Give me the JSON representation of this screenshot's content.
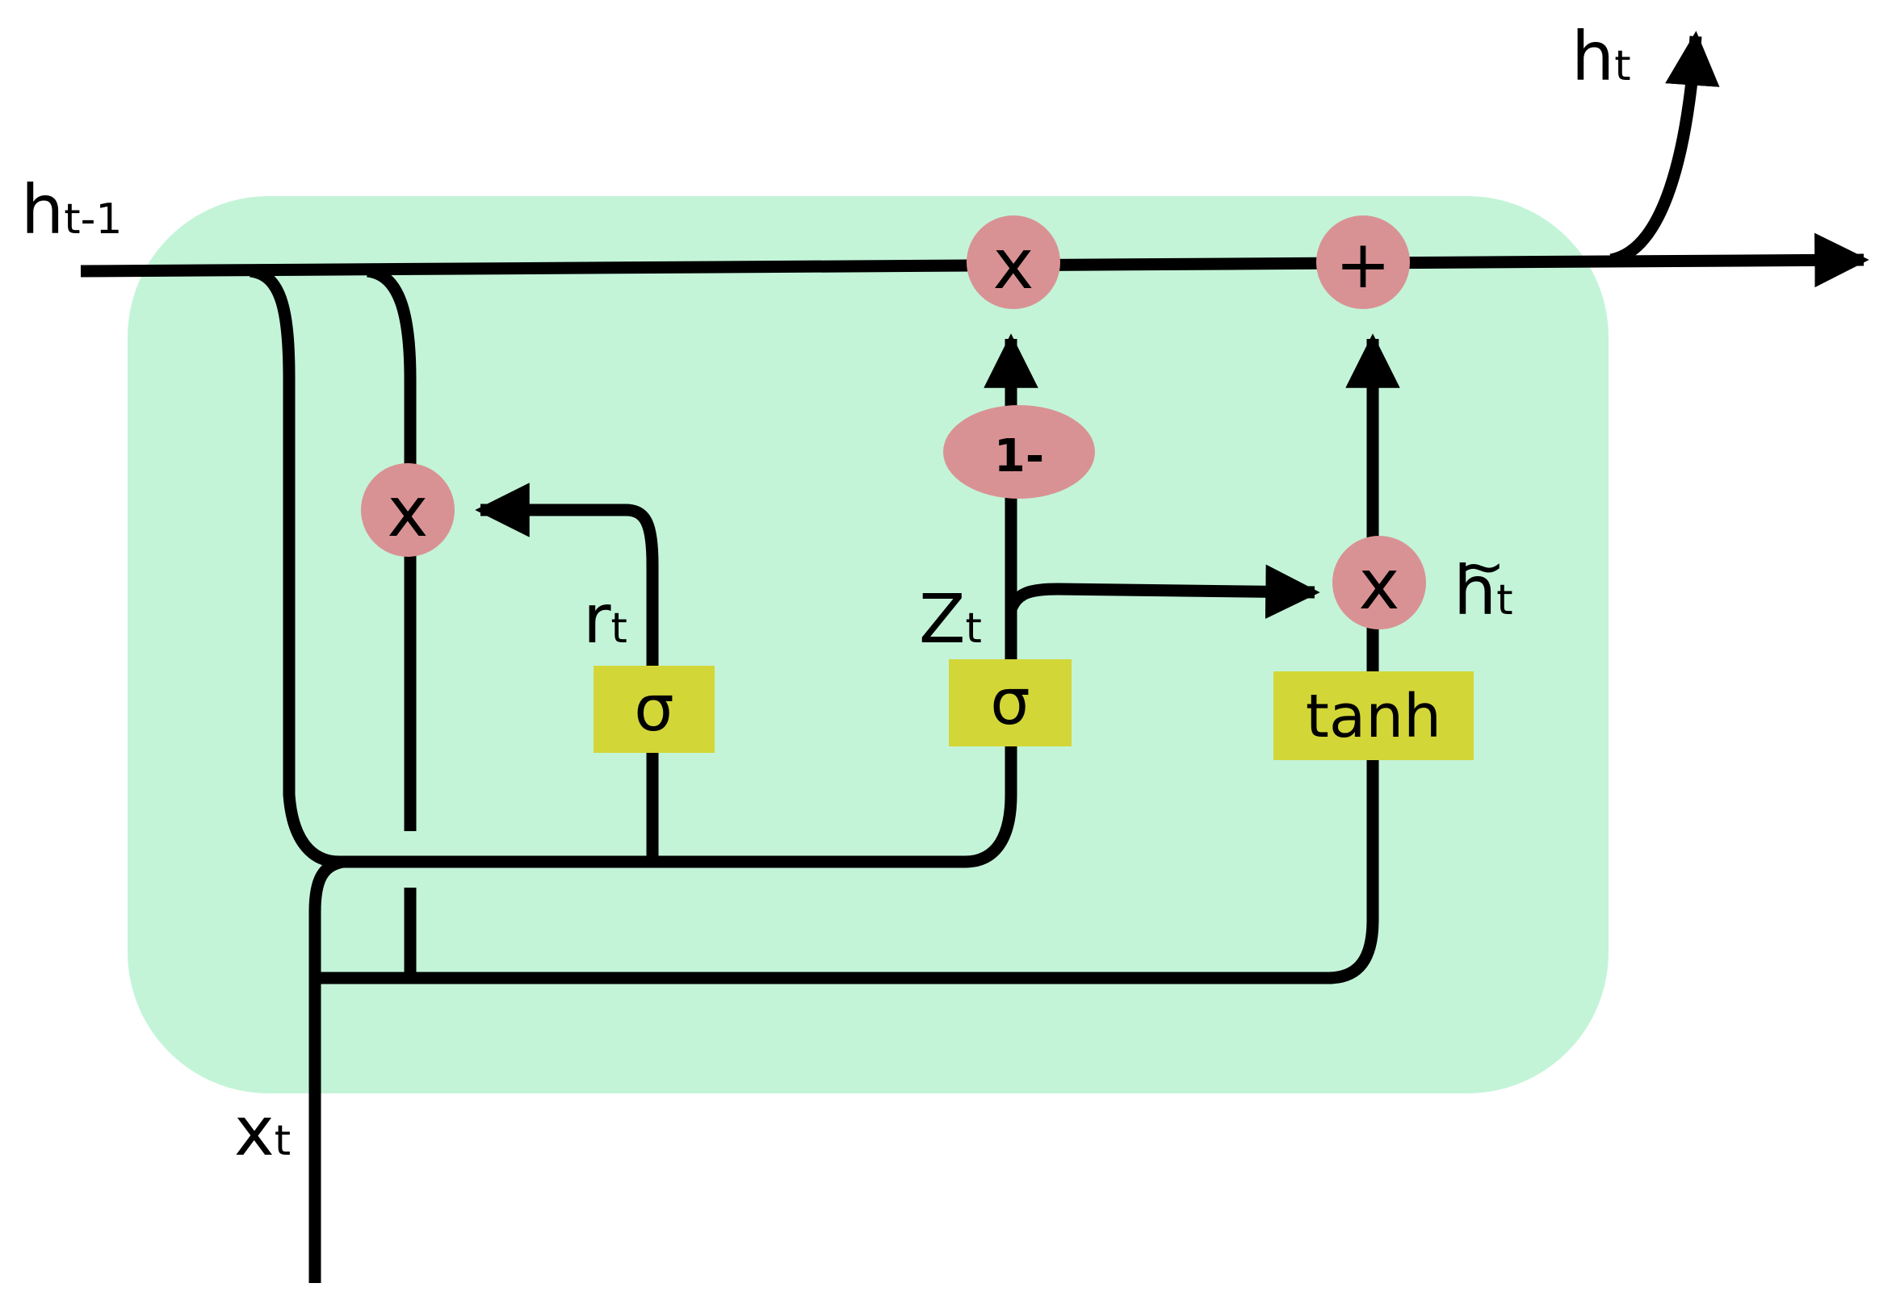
{
  "labels": {
    "h_prev": {
      "main": "h",
      "sub": "t-1"
    },
    "h_out": {
      "main": "h",
      "sub": "t"
    },
    "x_in": {
      "main": "x",
      "sub": "t"
    },
    "r_gate": {
      "main": "r",
      "sub": "t"
    },
    "z_gate": {
      "main": "Z",
      "sub": "t"
    },
    "h_tilde": {
      "main": "h",
      "sub": "t",
      "accent": "~"
    }
  },
  "nodes": {
    "mult_reset": "x",
    "mult_top": "x",
    "add_top": "+",
    "mult_candidate": "x",
    "one_minus": "1-"
  },
  "boxes": {
    "sigma_reset": "σ",
    "sigma_update": "σ",
    "tanh_candidate": "tanh"
  },
  "colors": {
    "cell_background": "#c3f4d8",
    "operator_fill": "#d99294",
    "gate_box_fill": "#d3d637",
    "line": "#000000"
  }
}
